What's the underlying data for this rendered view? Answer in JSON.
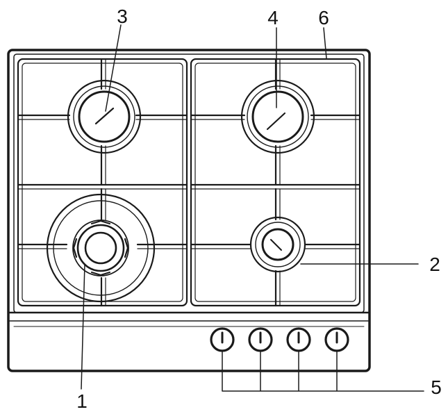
{
  "diagram": {
    "callouts": [
      {
        "id": "wok-burner",
        "label": "1"
      },
      {
        "id": "auxiliary-burner",
        "label": "2"
      },
      {
        "id": "semi-rapid-burner-left",
        "label": "3"
      },
      {
        "id": "semi-rapid-burner-right",
        "label": "4"
      },
      {
        "id": "control-knobs",
        "label": "5"
      },
      {
        "id": "hob-surface",
        "label": "6"
      }
    ]
  },
  "colors": {
    "line": "#1a1a1a",
    "background": "#ffffff"
  }
}
